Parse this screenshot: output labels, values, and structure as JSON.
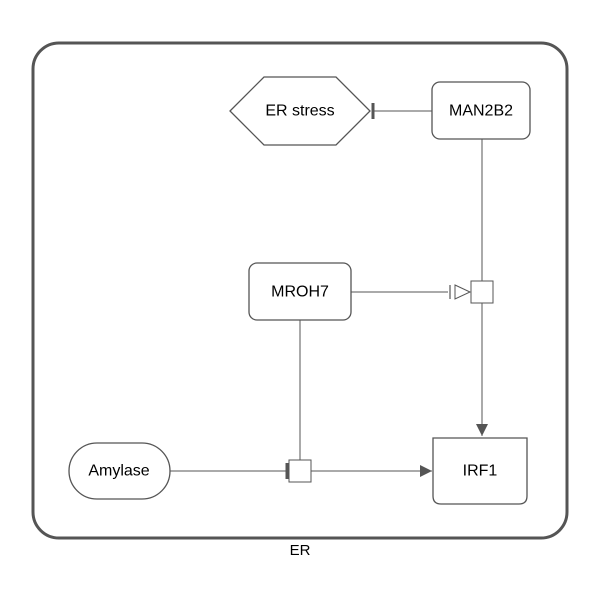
{
  "compartment": {
    "label": "ER"
  },
  "nodes": {
    "er_stress": {
      "label": "ER stress",
      "shape": "hexagon"
    },
    "man2b2": {
      "label": "MAN2B2",
      "shape": "rounded-rect"
    },
    "mroh7": {
      "label": "MROH7",
      "shape": "rounded-rect"
    },
    "amylase": {
      "label": "Amylase",
      "shape": "stadium"
    },
    "irf1": {
      "label": "IRF1",
      "shape": "rect-rounded-bottom"
    }
  },
  "edges": [
    {
      "from": "MAN2B2",
      "to": "ER stress",
      "type": "inhibition"
    },
    {
      "from": "MAN2B2",
      "to": "IRF1",
      "type": "conversion",
      "via": "process-1"
    },
    {
      "from": "MROH7",
      "to": "process-1",
      "type": "necessary-stimulation"
    },
    {
      "from": "Amylase",
      "to": "IRF1",
      "type": "conversion",
      "via": "process-2"
    },
    {
      "from": "MROH7",
      "to": "process-2",
      "type": "inhibition"
    }
  ],
  "colors": {
    "stroke": "#555555",
    "fill": "#ffffff",
    "compartment_stroke": "#555555"
  }
}
